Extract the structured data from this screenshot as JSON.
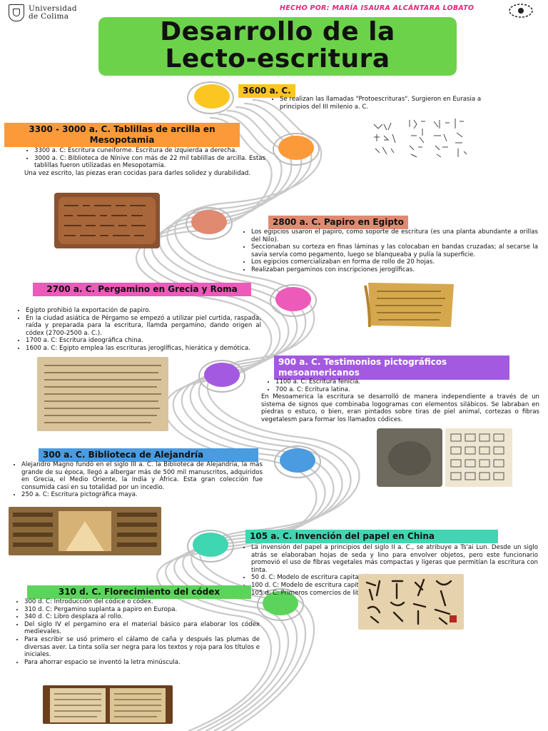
{
  "header": {
    "university": "Universidad",
    "city": "de Colima",
    "author": "HECHO POR: MARÍA ISAURA ALCÁNTARA LOBATO"
  },
  "title": {
    "line1": "Desarrollo de la",
    "line2": "Lecto-escritura"
  },
  "colors": {
    "green": "#6cd24a",
    "yellow": "#fcc622",
    "orange": "#fc9a3a",
    "peach": "#e08a72",
    "pink": "#ec5aba",
    "purple": "#a35ae0",
    "blue": "#4a9be0",
    "teal": "#3fd6b2",
    "lightgreen": "#5cd45c",
    "author_pink": "#e8237a"
  },
  "s1": {
    "title": "3600 a. C.",
    "items": [
      "Se realizan las llamadas \"Protoescrituras\". Surgieron en Eurasia a principios del III milenio a. C."
    ]
  },
  "s2": {
    "title": "3300 - 3000 a. C. Tablillas de arcilla en Mesopotamia",
    "items": [
      "3300 a. C: Escritura cuneiforme. Escritura de izquierda a derecha.",
      "3000 a. C: Biblioteca de Nínive con más de 22 mil tablillas de arcilla. Estas tablillas fueron utilizadas en Mesopotamia."
    ],
    "note": "Una vez escrito, las piezas eran cocidas para darles solidez y durabilidad."
  },
  "s3": {
    "title": "2800 a. C. Papiro en Egipto",
    "items": [
      "Los egipcios usaron el papiro, como soporte de escritura (es una planta abundante a orillas del Nilo).",
      "Seccionaban su corteza en finas láminas y las colocaban en bandas cruzadas; al secarse la savia servía como pegamento, luego se blanqueaba y pulía la superficie.",
      "Los egipcios comercializaban en forma de rollo de 20 hojas.",
      "Realizaban pergaminos con inscripciones jeroglíficas."
    ]
  },
  "s4": {
    "title": "2700 a. C. Pergamino en Grecia y Roma",
    "items": [
      "Egipto prohibió la exportación de papiro.",
      "En la ciudad asiática de Pérgamo se empezó a utilizar piel curtida, raspada, raída y preparada para la escritura, llamda pergamino, dando origen al códex (2700-2500 a. C.).",
      "1700 a. C: Escritura ideográfica china.",
      "1600 a. C: Egipto emplea las escrituras jeroglíficas, hierática y demótica."
    ]
  },
  "s5": {
    "title": "900 a. C. Testimonios pictográficos mesoamericanos",
    "items": [
      "1100 a. C: Escritura fenicia.",
      "700 a. C: Ecritura latina."
    ],
    "note": "En Mesoamerica la escritura se desarrolló de manera independiente a través de un sistema de signos que combinaba logogramas con elementos silábicos. Se labraban en piedras o estuco, o bien, eran pintados sobre tiras de piel animal, cortezas o fibras vegetalesm para formar los llamados códices."
  },
  "s6": {
    "title": "300 a. C. Biblioteca de Alejandría",
    "items": [
      "Alejandro Magno fundó en el siglo III a. C. la Biblioteca de Alejandría, la más grande de su época, llegó a albergar más de 500 mil manuscritos, adquiridos en Grecia, el Medio Oriente, la India y África. Esta gran colección fue consumida casi en su totalidad por un incedio.",
      "250 a. C: Escritura pictográfica maya."
    ]
  },
  "s7": {
    "title": "105 a. C. Invención del papel en China",
    "items": [
      "La invensión del papel a principios del siglo II a. C., se atribuye a Ts'ai Lun. Desde un siglo atrás se elaboraban hojas de seda y lino para envolver objetos, pero este funcionario promovió el uso de fibras vegetales más compactas y ligeras que permitían la escritura con tinta.",
      "50 d. C: Modelo de escritura capital rústica.",
      "100 d. C: Modelo de escritura capital romana.",
      "105 d. C: Primeros comercios de libros en Atenas."
    ]
  },
  "s8": {
    "title": "310 d. C. Florecimiento del códex",
    "items": [
      "300 d. C: Introducción del códice o códex.",
      "310 d. C: Pergamino suplanta a papiro en Europa.",
      "340 d. C: Libro desplaza al rollo.",
      "Del siglo IV el pergamino era el material básico para elaborar los códex medievales.",
      "Para escribir se usó primero el cálamo de caña y después las plumas de diversas aver. La tinta solía ser negra para los textos y roja para los títulos e iniciales.",
      "Para ahorrar espacio se inventó la letra minúscula."
    ]
  }
}
